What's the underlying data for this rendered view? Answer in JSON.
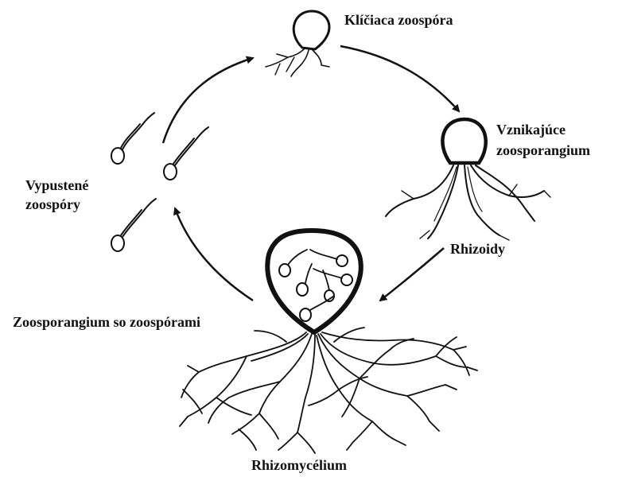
{
  "labels": {
    "germinating": "Klíčiaca zoospóra",
    "emerging_line1": "Vznikajúce",
    "emerging_line2": "zoosporangium",
    "rhizoids": "Rhizoidy",
    "released_line1": "Vypustené",
    "released_line2": "zoospóry",
    "zoosporangium": "Zoosporangium so zoospórami",
    "rhizomycelium": "Rhizomycélium"
  }
}
